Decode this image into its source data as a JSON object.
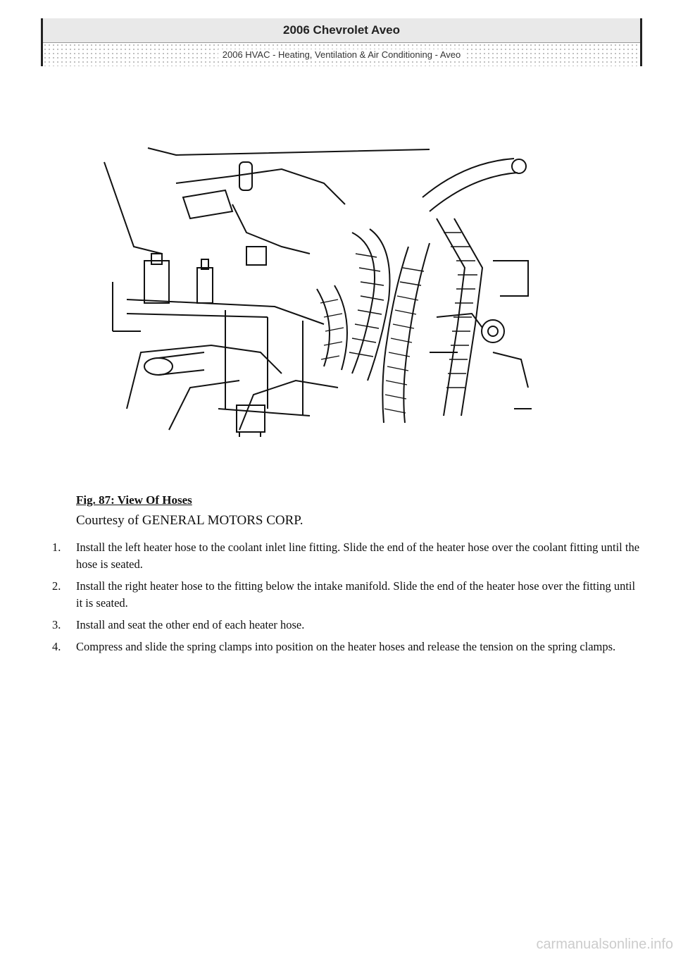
{
  "header": {
    "title": "2006 Chevrolet Aveo",
    "subtitle": "2006 HVAC - Heating, Ventilation & Air Conditioning - Aveo"
  },
  "figure": {
    "caption": "Fig. 87: View Of Hoses",
    "credit": "Courtesy of GENERAL MOTORS CORP."
  },
  "steps": [
    {
      "num": "1.",
      "text": "Install the left heater hose to the coolant inlet line fitting. Slide the end of the heater hose over the coolant fitting until the hose is seated."
    },
    {
      "num": "2.",
      "text": "Install the right heater hose to the fitting below the intake manifold. Slide the end of the heater hose over the fitting until it is seated."
    },
    {
      "num": "3.",
      "text": "Install and seat the other end of each heater hose."
    },
    {
      "num": "4.",
      "text": "Compress and slide the spring clamps into position on the heater hoses and release the tension on the spring clamps."
    }
  ],
  "footer": {
    "watermark": "carmanualsonline.info"
  }
}
